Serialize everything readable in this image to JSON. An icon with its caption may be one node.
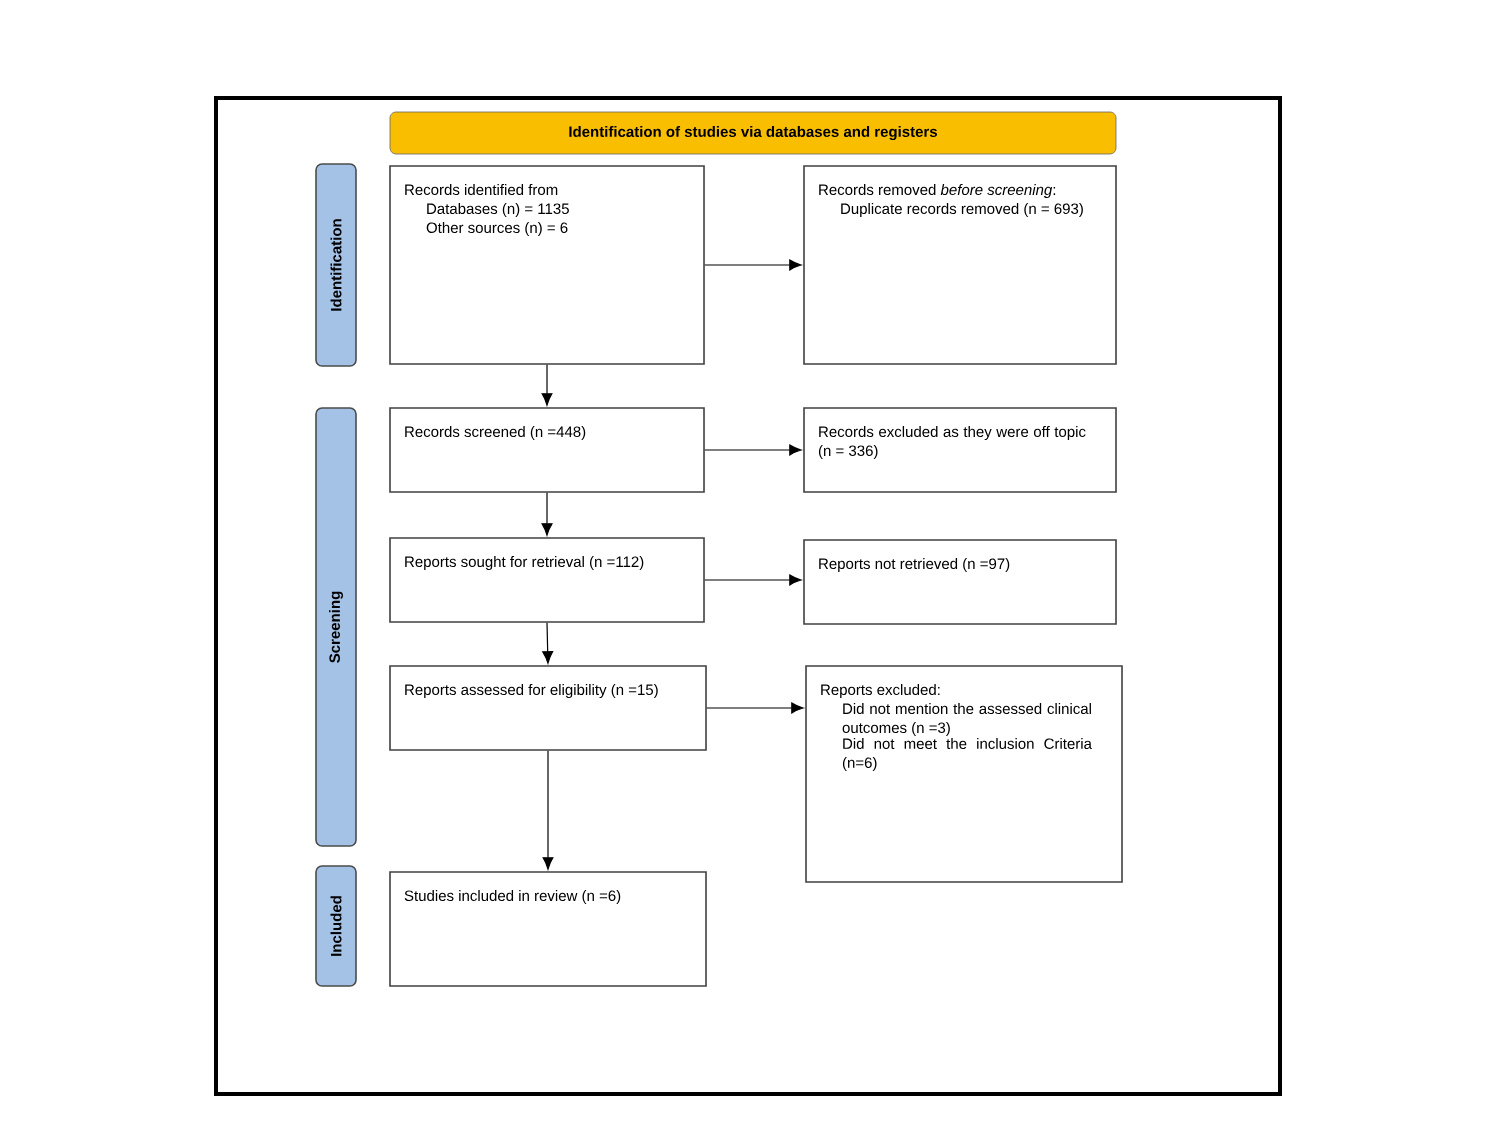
{
  "diagram": {
    "nodes": [
      {
        "text": [
          "Identification of studies via databases and registers"
        ]
      },
      {
        "text": [
          "Identification"
        ]
      },
      {
        "text": [
          "Screening"
        ]
      },
      {
        "text": [
          "Included"
        ]
      },
      {
        "text": [
          "Records identified from",
          "Databases (n) = 1135",
          "Other sources (n) = 6"
        ]
      },
      {
        "text": [
          "Records removed *before screening*:",
          "Duplicate records removed (n = 693)"
        ]
      },
      {
        "text": [
          "Records screened (n =448)"
        ]
      },
      {
        "text": [
          "Records excluded as they were off topic (n = 336)"
        ]
      },
      {
        "text": [
          "Reports sought for retrieval (n =112)"
        ]
      },
      {
        "text": [
          "Reports not retrieved (n =97)"
        ]
      },
      {
        "text": [
          "Reports assessed for eligibility (n =15)"
        ]
      },
      {
        "text": [
          "Reports excluded:",
          "Did not mention the assessed clinical outcomes (n =3)",
          "Did not meet the inclusion Criteria (n=6)"
        ]
      },
      {
        "text": [
          "Studies included in review (n =6)"
        ]
      }
    ],
    "edges": [
      {
        "from": 4,
        "to": 5,
        "arrow": "to"
      },
      {
        "from": 4,
        "to": 6,
        "arrow": "to"
      },
      {
        "from": 6,
        "to": 7,
        "arrow": "to"
      },
      {
        "from": 6,
        "to": 8,
        "arrow": "to"
      },
      {
        "from": 8,
        "to": 9,
        "arrow": "to"
      },
      {
        "from": 8,
        "to": 10,
        "arrow": "to"
      },
      {
        "from": 10,
        "to": 11,
        "arrow": "to"
      },
      {
        "from": 10,
        "to": 12,
        "arrow": "to"
      }
    ]
  }
}
